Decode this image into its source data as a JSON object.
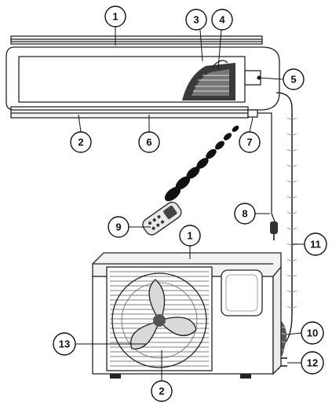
{
  "callouts": [
    {
      "id": "indoor-top-1",
      "label": "1"
    },
    {
      "id": "indoor-bottom-2",
      "label": "2"
    },
    {
      "id": "front-panel-3",
      "label": "3"
    },
    {
      "id": "filter-4",
      "label": "4"
    },
    {
      "id": "display-5",
      "label": "5"
    },
    {
      "id": "louver-6",
      "label": "6"
    },
    {
      "id": "receiver-7",
      "label": "7"
    },
    {
      "id": "drain-8",
      "label": "8"
    },
    {
      "id": "remote-9",
      "label": "9"
    },
    {
      "id": "pipe-10",
      "label": "10"
    },
    {
      "id": "wrap-11",
      "label": "11"
    },
    {
      "id": "valve-12",
      "label": "12"
    },
    {
      "id": "fan-13",
      "label": "13"
    },
    {
      "id": "outdoor-top-1",
      "label": "1"
    },
    {
      "id": "outdoor-bottom-2",
      "label": "2"
    }
  ],
  "colors": {
    "ink": "#111111",
    "shade": "#444444",
    "light": "#e6e6e6"
  }
}
